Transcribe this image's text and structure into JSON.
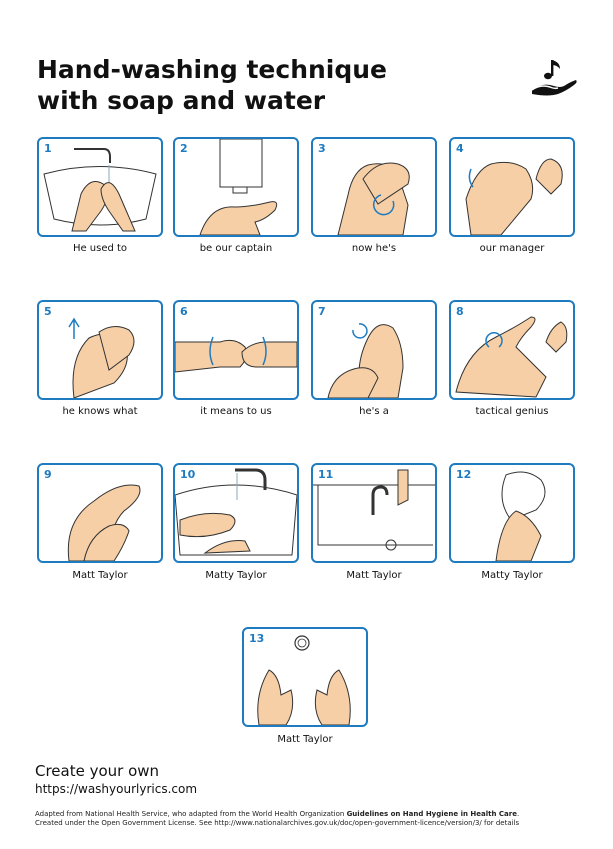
{
  "title": {
    "line1": "Hand-washing technique",
    "line2": "with soap and water"
  },
  "logo_icon": "hand-music-note-icon",
  "accent_color": "#1f7bc0",
  "skin_color": "#f6cfa6",
  "steps": [
    {
      "number": "1",
      "caption": "He used to",
      "icon": "wet-hands-under-tap-icon"
    },
    {
      "number": "2",
      "caption": "be our captain",
      "icon": "soap-dispenser-icon"
    },
    {
      "number": "3",
      "caption": "now he's",
      "icon": "rub-palms-icon"
    },
    {
      "number": "4",
      "caption": "our manager",
      "icon": "back-of-hands-icon"
    },
    {
      "number": "5",
      "caption": "he knows what",
      "icon": "interlaced-fingers-icon"
    },
    {
      "number": "6",
      "caption": "it means to us",
      "icon": "interlocked-fingers-icon"
    },
    {
      "number": "7",
      "caption": "he's a",
      "icon": "rotational-thumb-icon"
    },
    {
      "number": "8",
      "caption": "tactical genius",
      "icon": "fingertips-palm-icon"
    },
    {
      "number": "9",
      "caption": "Matt Taylor",
      "icon": "wrist-rub-icon"
    },
    {
      "number": "10",
      "caption": "Matty Taylor",
      "icon": "rinse-hands-icon"
    },
    {
      "number": "11",
      "caption": "Matt Taylor",
      "icon": "turn-off-tap-icon"
    },
    {
      "number": "12",
      "caption": "Matty Taylor",
      "icon": "dry-hands-towel-icon"
    },
    {
      "number": "13",
      "caption": "Matt Taylor",
      "icon": "clean-hands-icon"
    }
  ],
  "create": {
    "heading": "Create your own",
    "url": "https://washyourlyrics.com"
  },
  "footer": {
    "line1_prefix": "Adapted from National Health Service, who adapted from the World Health Organization ",
    "line1_bold": "Guidelines on Hand Hygiene in Health Care",
    "line1_suffix": ".",
    "line2": "Created under the Open Government License. See http://www.nationalarchives.gov.uk/doc/open-government-licence/version/3/ for details"
  }
}
